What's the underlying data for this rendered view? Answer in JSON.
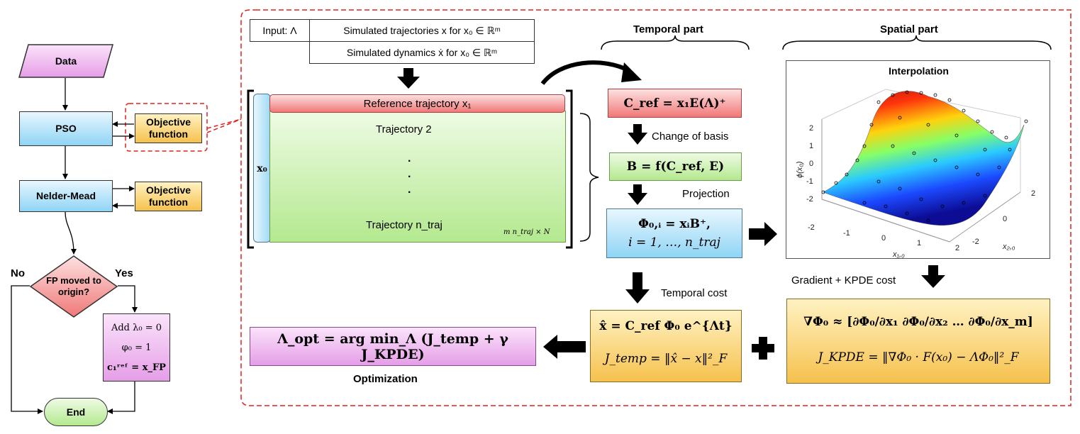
{
  "flowchart": {
    "data": "Data",
    "pso": "PSO",
    "objective_function_1": "Objective function",
    "nelder_mead": "Nelder-Mead",
    "objective_function_2": "Objective function",
    "decision": "FP moved to origin?",
    "no_label": "No",
    "yes_label": "Yes",
    "add_lines": [
      "Add λ₀ = 0",
      "φ₀ = 1",
      "c₁ʳᵉᶠ = x_FP"
    ],
    "end": "End"
  },
  "input_table": {
    "input_label": "Input: Λ",
    "row1": "Simulated trajectories x for x₀ ∈ ℝᵐ",
    "row2": "Simulated dynamics ẋ for x₀ ∈ ℝᵐ"
  },
  "matrix": {
    "x0_label": "x₀",
    "reference": "Reference trajectory x₁",
    "trajectory2": "Trajectory 2",
    "dots": ".",
    "trajectory_n": "Trajectory n_traj",
    "size": "m n_traj × N"
  },
  "temporal": {
    "header": "Temporal part",
    "cref": "C_ref = x₁E(Λ)⁺",
    "change_of_basis": "Change of basis",
    "b_eq": "B = f(C_ref, E)",
    "projection": "Projection",
    "phi_line1": "Φ₀,ᵢ = xᵢB⁺,",
    "phi_line2": "i = 1, …, n_traj",
    "temporal_cost": "Temporal cost",
    "xhat": "x̂ = C_ref Φ₀ e^{Λt}",
    "jtemp": "J_temp = ‖x̂ − x‖²_F"
  },
  "spatial": {
    "header": "Spatial part",
    "plot_title": "Interpolation",
    "z_axis_label": "ϕ(x₀)",
    "x_axis_label": "x₁,₀",
    "y_axis_label": "x₂,₀",
    "z_ticks": [
      "2",
      "1",
      "0",
      "-1",
      "-2"
    ],
    "x_ticks": [
      "-2",
      "-1",
      "0",
      "1",
      "2"
    ],
    "y_ticks": [
      "2",
      "0",
      "-2"
    ],
    "gradient_label": "Gradient + KPDE cost",
    "grad_eq": "∇Φ₀ ≈ [∂Φ₀/∂x₁  ∂Φ₀/∂x₂  …  ∂Φ₀/∂x_m]",
    "kpde_eq": "J_KPDE = ‖∇Φ₀ · F(x₀) − ΛΦ₀‖²_F"
  },
  "optimization": {
    "equation": "Λ_opt = arg min_Λ (J_temp + γ J_KPDE)",
    "label": "Optimization"
  },
  "colors": {
    "red_dash": "#e0201b",
    "blue": "#8fd4f5",
    "gold": "#f6c14d",
    "pink": "#e59ee7",
    "red": "#f07878",
    "green": "#b4e98f"
  }
}
